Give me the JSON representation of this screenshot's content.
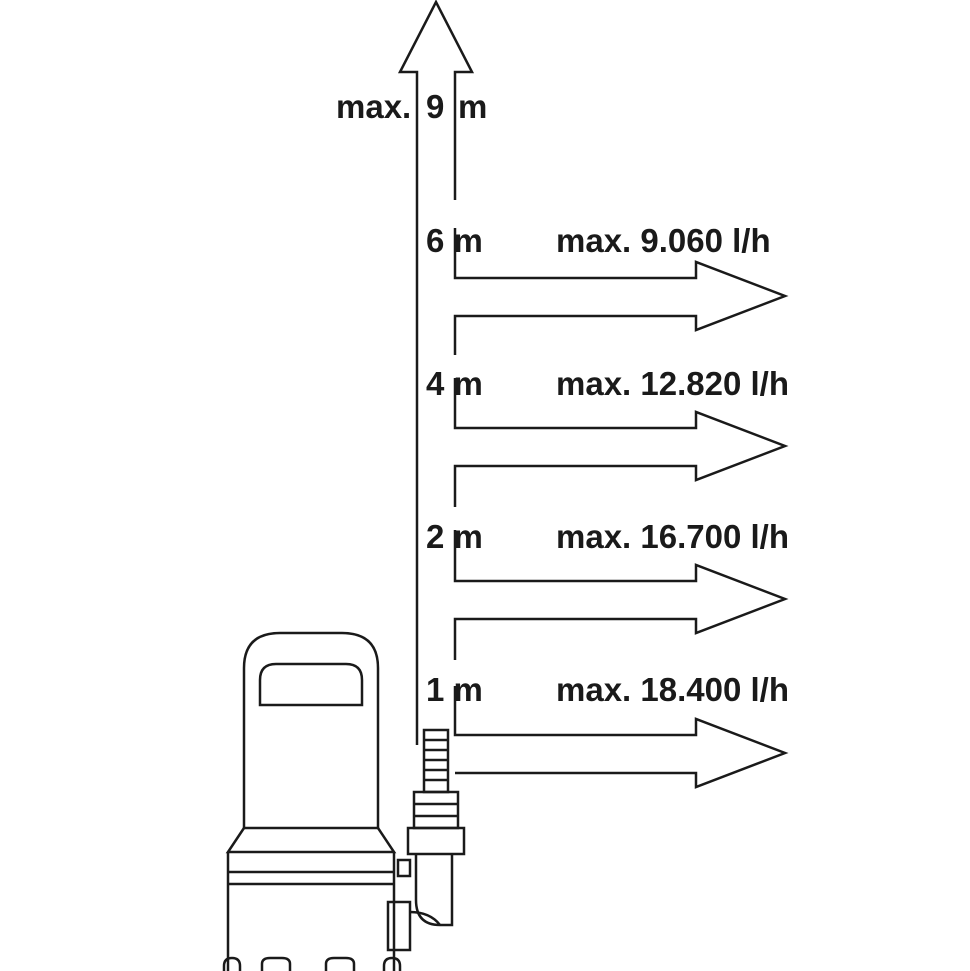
{
  "max_height": {
    "prefix": "max.",
    "value": "9",
    "unit": "m"
  },
  "levels": [
    {
      "height": "6 m",
      "flow": "max. 9.060 l/h"
    },
    {
      "height": "4 m",
      "flow": "max. 12.820 l/h"
    },
    {
      "height": "2 m",
      "flow": "max. 16.700 l/h"
    },
    {
      "height": "1 m",
      "flow": "max. 18.400 l/h"
    }
  ],
  "icons": [
    "vertical-height-arrow",
    "flow-arrow",
    "submersible-pump"
  ],
  "colors": {
    "stroke": "#1a1a1a",
    "background": "#ffffff"
  }
}
